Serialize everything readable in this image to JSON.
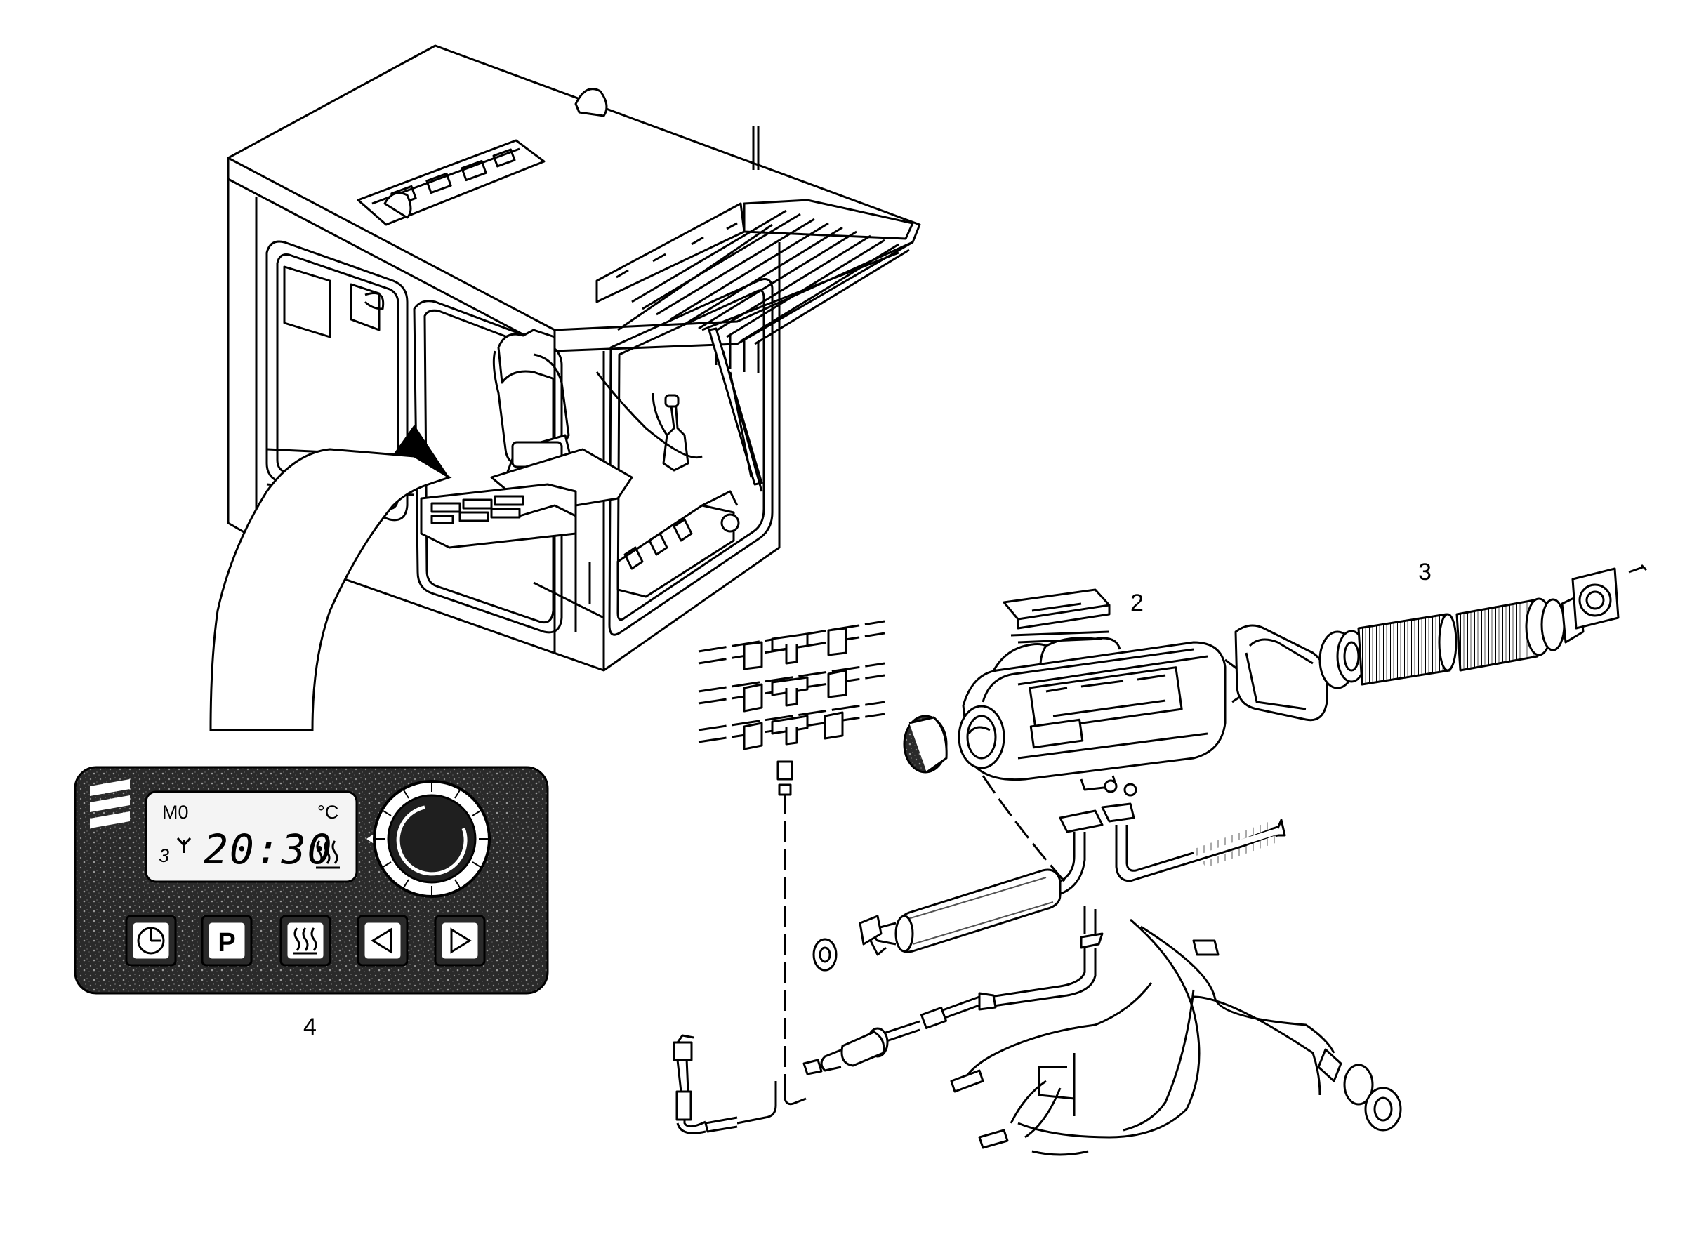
{
  "callouts": {
    "cab_heater_unit": "2",
    "air_duct": "3",
    "control_panel": "4"
  },
  "panel_display": {
    "mode": "M0",
    "unit": "°C",
    "level": "3",
    "time": "20:30"
  },
  "panel_buttons": [
    {
      "icon": "clock-icon",
      "label": ""
    },
    {
      "icon": "parking-letter",
      "label": "P"
    },
    {
      "icon": "heating-icon",
      "label": ""
    },
    {
      "icon": "arrow-left-icon",
      "label": ""
    },
    {
      "icon": "arrow-right-icon",
      "label": ""
    }
  ],
  "colors": {
    "line": "#000000",
    "panel": "#2a2a2a",
    "display": "#f4f4f4",
    "background": "#ffffff"
  }
}
